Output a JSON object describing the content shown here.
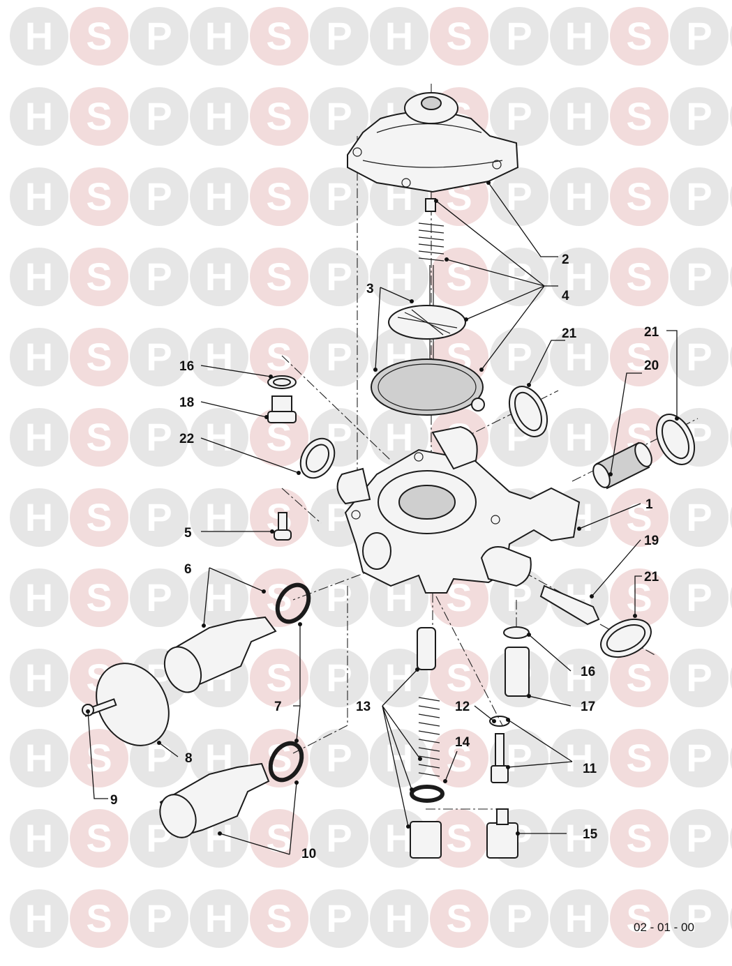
{
  "watermark": {
    "letters": [
      "H",
      "S",
      "P"
    ],
    "colors": {
      "H": "#e6e6e6",
      "S": "#f2dcdc",
      "P": "#e6e6e6"
    }
  },
  "diagram": {
    "callouts": [
      {
        "id": "c1",
        "text": "1"
      },
      {
        "id": "c2",
        "text": "2"
      },
      {
        "id": "c3",
        "text": "3"
      },
      {
        "id": "c4",
        "text": "4"
      },
      {
        "id": "c5",
        "text": "5"
      },
      {
        "id": "c6",
        "text": "6"
      },
      {
        "id": "c7",
        "text": "7"
      },
      {
        "id": "c8",
        "text": "8"
      },
      {
        "id": "c9",
        "text": "9"
      },
      {
        "id": "c10",
        "text": "10"
      },
      {
        "id": "c11",
        "text": "11"
      },
      {
        "id": "c12",
        "text": "12"
      },
      {
        "id": "c13",
        "text": "13"
      },
      {
        "id": "c14",
        "text": "14"
      },
      {
        "id": "c15",
        "text": "15"
      },
      {
        "id": "c16a",
        "text": "16"
      },
      {
        "id": "c16b",
        "text": "16"
      },
      {
        "id": "c17",
        "text": "17"
      },
      {
        "id": "c18",
        "text": "18"
      },
      {
        "id": "c19",
        "text": "19"
      },
      {
        "id": "c20",
        "text": "20"
      },
      {
        "id": "c21a",
        "text": "21"
      },
      {
        "id": "c21b",
        "text": "21"
      },
      {
        "id": "c21c",
        "text": "21"
      },
      {
        "id": "c22",
        "text": "22"
      }
    ],
    "reference_code": "02 - 01 - 00"
  }
}
